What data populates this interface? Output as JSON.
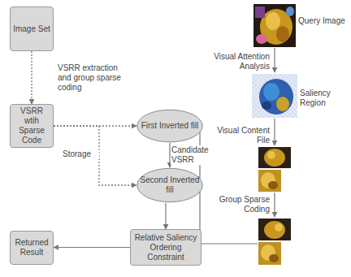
{
  "diagram": {
    "nodes": [
      {
        "text": [
          "Image Set"
        ]
      },
      {
        "text": [
          "VSRR wtih Sparse Code"
        ]
      },
      {
        "text": [
          "First Inverted fill"
        ]
      },
      {
        "text": [
          "Second Inverted fill"
        ]
      },
      {
        "text": [
          "Relative Saliency Ordering Constraint"
        ]
      },
      {
        "text": [
          "Returned Result"
        ]
      }
    ],
    "edges": [
      {
        "from": 0,
        "to": 1,
        "arrow": "to",
        "label": "VSRR extraction and group sparse coding"
      },
      {
        "from": 1,
        "to": 2,
        "arrow": "to"
      },
      {
        "from": 1,
        "to": 3,
        "arrow": "to",
        "label": "Storage"
      },
      {
        "from": 2,
        "to": 3,
        "arrow": "to",
        "label": "Candidate VSRR"
      },
      {
        "from": 3,
        "to": 4,
        "arrow": "to"
      },
      {
        "from": 4,
        "to": 5,
        "arrow": "to"
      }
    ],
    "labels": [
      "Query Image",
      "Visual Attention Analysis",
      "Saliency Region",
      "Visual Content File",
      "Group Sparse Coding"
    ]
  }
}
